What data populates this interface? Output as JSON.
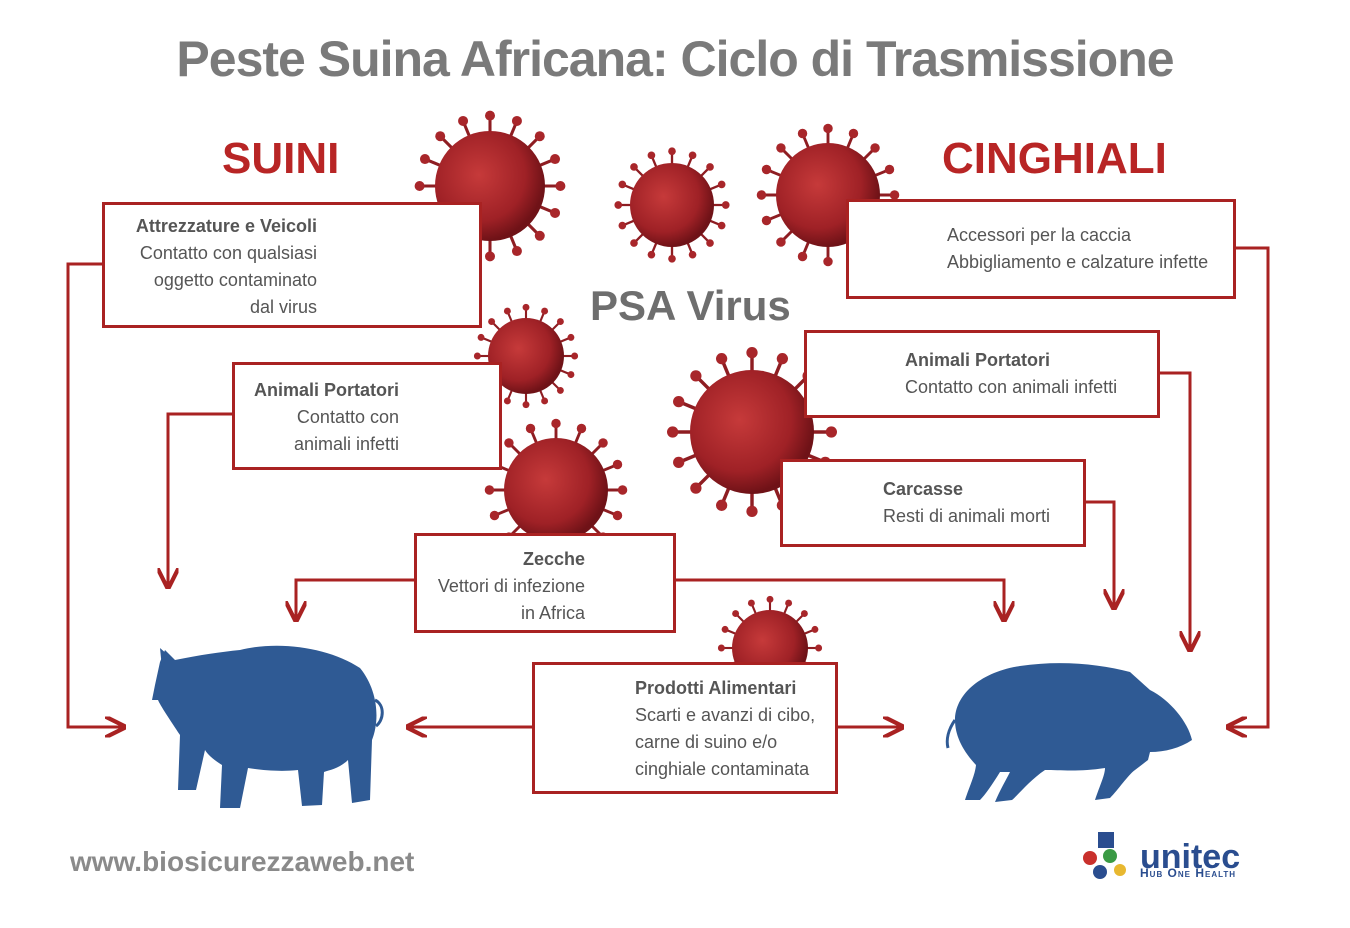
{
  "title": "Peste Suina Africana: Ciclo di Trasmissione",
  "left_heading": "SUINI",
  "right_heading": "CINGHIALI",
  "center_label": "PSA Virus",
  "boxes": {
    "attrezzature": {
      "lines": [
        "Attrezzature e Veicoli",
        "Contatto con qualsiasi",
        "oggetto contaminato",
        "dal virus"
      ]
    },
    "animali_left": {
      "lines": [
        "Animali Portatori",
        "Contatto con",
        "animali infetti"
      ]
    },
    "zecche": {
      "lines": [
        "Zecche",
        "Vettori di infezione",
        "in Africa"
      ]
    },
    "prodotti": {
      "lines": [
        "Prodotti Alimentari",
        "Scarti e avanzi di cibo,",
        "carne di suino e/o",
        "cinghiale contaminata"
      ]
    },
    "caccia": {
      "lines": [
        "Accessori per la caccia",
        "Abbigliamento e calzature infette"
      ]
    },
    "animali_right": {
      "lines": [
        "Animali Portatori",
        "Contatto con animali infetti"
      ]
    },
    "carcasse": {
      "lines": [
        "Carcasse",
        "Resti di animali morti"
      ]
    }
  },
  "footer_url": "www.biosicurezzaweb.net",
  "logo": {
    "name": "unitec",
    "tagline": "Hub One Health"
  },
  "colors": {
    "accent": "#a92222",
    "virus": "#a8262a",
    "animal": "#2f5a94",
    "icon": "#9aaac4",
    "title": "#7a7a7a"
  },
  "icons": [
    "virus-icon",
    "shovel-icon",
    "boot-icon",
    "truck-icon",
    "pig-icon",
    "tick-icon",
    "food-bowl-icon",
    "hunter-icon",
    "boar-icon",
    "carcass-icon"
  ]
}
